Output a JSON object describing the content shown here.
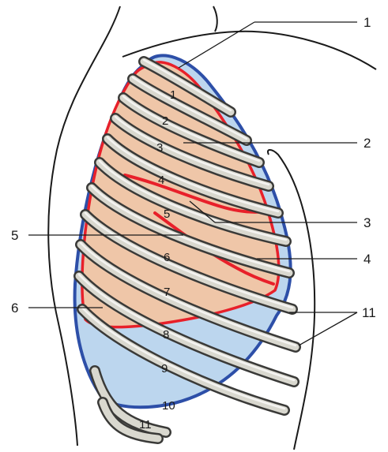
{
  "colors": {
    "lung": "#efc6a8",
    "pleura": "#bcd6ee",
    "lung_border": "#e8202a",
    "pleura_border": "#2d4fa8",
    "rib": "#d9d8cf"
  },
  "callouts": [
    {
      "id": "c1",
      "label": "1"
    },
    {
      "id": "c2",
      "label": "2"
    },
    {
      "id": "c3",
      "label": "3"
    },
    {
      "id": "c4",
      "label": "4"
    },
    {
      "id": "c5",
      "label": "5"
    },
    {
      "id": "c6",
      "label": "6"
    },
    {
      "id": "c11",
      "label": "11"
    }
  ],
  "rib_numbers": [
    "1",
    "2",
    "3",
    "4",
    "5",
    "6",
    "7",
    "8",
    "9",
    "10",
    "11"
  ]
}
